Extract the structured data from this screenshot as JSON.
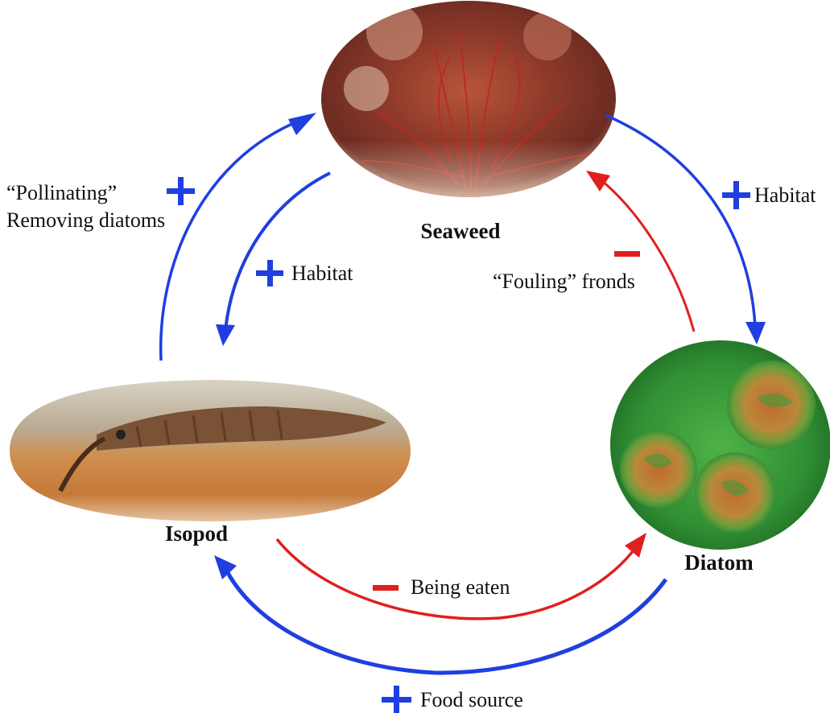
{
  "nodes": {
    "seaweed": "Seaweed",
    "isopod": "Isopod",
    "diatom": "Diatom"
  },
  "interactions": {
    "isopod_to_seaweed": {
      "sign": "+",
      "line1": "“Pollinating”",
      "line2": "Removing diatoms"
    },
    "seaweed_to_isopod": {
      "sign": "+",
      "text": "Habitat"
    },
    "seaweed_to_diatom": {
      "sign": "+",
      "text": "Habitat"
    },
    "diatom_to_seaweed": {
      "sign": "−",
      "text": "“Fouling” fronds"
    },
    "isopod_to_diatom": {
      "sign": "−",
      "text": "Being eaten"
    },
    "diatom_to_isopod": {
      "sign": "+",
      "text": "Food source"
    }
  },
  "colors": {
    "positive": "#1f3fe0",
    "negative": "#e01f1f"
  }
}
